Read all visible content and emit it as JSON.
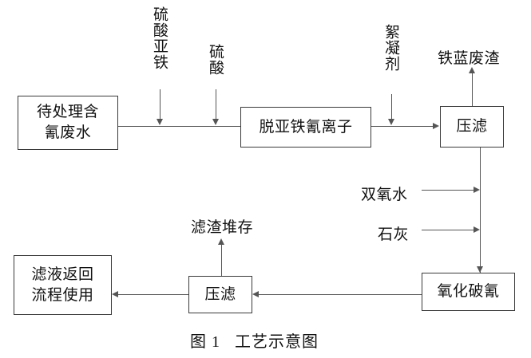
{
  "figure": {
    "caption": "图 1   工艺示意图"
  },
  "nodes": {
    "influent": {
      "label": "待处理含\n氰废水"
    },
    "ferrocyanide_removal": {
      "label": "脱亚铁氰离子"
    },
    "press_filter_top": {
      "label": "压滤"
    },
    "oxidation_cyanide_destruction": {
      "label": "氧化破氰"
    },
    "press_filter_bottom": {
      "label": "压滤"
    },
    "filtrate_return": {
      "label": "滤液返回\n流程使用"
    }
  },
  "inputs": {
    "ferrous_sulfate": {
      "label": "硫酸亚铁"
    },
    "sulfuric_acid": {
      "label": "硫酸"
    },
    "flocculant": {
      "label": "絮凝剂"
    },
    "hydrogen_peroxide": {
      "label": "双氧水"
    },
    "lime": {
      "label": "石灰"
    }
  },
  "outputs": {
    "iron_blue_slag": {
      "label": "铁蓝废渣"
    },
    "filter_residue_storage": {
      "label": "滤渣堆存"
    }
  },
  "colors": {
    "box_border": "#3a3a3a",
    "line": "#555555",
    "text": "#111111",
    "background": "#ffffff"
  }
}
